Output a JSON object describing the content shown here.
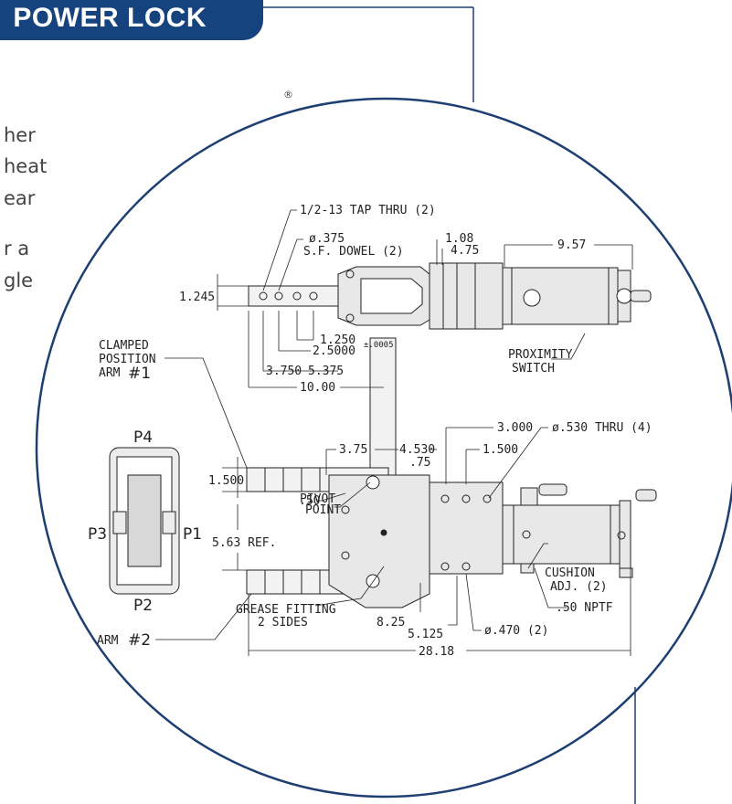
{
  "header": {
    "title": "POWER LOCK"
  },
  "side_text": {
    "registered": "®",
    "fragments": [
      "her",
      "heat",
      "ear",
      "r a",
      "gle"
    ]
  },
  "dimensions": {
    "tap_thru": "1/2-13 TAP THRU (2)",
    "dowel_dia": "ø.375",
    "dowel_label": "S.F. DOWEL (2)",
    "d_1_08": "1.08",
    "d_4_75": "4.75",
    "d_9_57": "9.57",
    "d_1_245": "1.245",
    "d_1_250": "1.250",
    "d_2_5000": "2.5000",
    "tolerance": "±.0005",
    "d_3_750": "3.750",
    "d_5_375": "5.375",
    "d_10_00": "10.00",
    "d_3_000": "3.000",
    "thru_530": "ø.530 THRU (4)",
    "d_3_75": "3.75",
    "d_4_530": "4.530",
    "d_1_500_right": "1.500",
    "d_75": ".75",
    "d_1_500_left": "1.500",
    "d_50": ".50",
    "ref_563": "5.63 REF.",
    "d_8_25": "8.25",
    "d_5_125": "5.125",
    "dia_470": "ø.470 (2)",
    "d_28_18": "28.18",
    "npt": ".50 NPTF"
  },
  "labels": {
    "clamped_1": "CLAMPED",
    "clamped_2": "POSITION",
    "clamped_3": "ARM",
    "arm1_num": "#1",
    "arm2_text": "ARM",
    "arm2_num": "#2",
    "prox_1": "PROXIMITY",
    "prox_2": "SWITCH",
    "pivot_1": "PIVOT",
    "pivot_2": "POINT",
    "grease_1": "GREASE FITTING",
    "grease_2": "2 SIDES",
    "cushion_1": "CUSHION",
    "cushion_2": "ADJ. (2)"
  },
  "ports": {
    "p1": "P1",
    "p2": "P2",
    "p3": "P3",
    "p4": "P4"
  },
  "colors": {
    "header_bg": "#16437e",
    "circle_stroke": "#1d3f72",
    "line": "#222222",
    "part_fill": "#e8e8e8"
  }
}
